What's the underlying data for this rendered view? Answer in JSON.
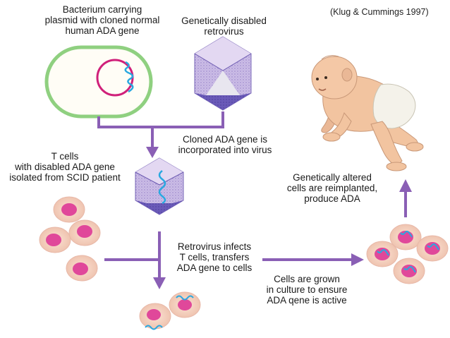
{
  "citation": "(Klug & Cummings 1997)",
  "labels": {
    "bacterium": [
      "Bacterium carrying",
      "plasmid with cloned normal",
      "human ADA gene"
    ],
    "retrovirus": [
      "Genetically disabled",
      "retrovirus"
    ],
    "cloned_gene": [
      "Cloned ADA gene is",
      "incorporated into virus"
    ],
    "t_cells": [
      "T cells",
      "with disabled ADA gene",
      "isolated from SCID patient"
    ],
    "reimplanted": [
      "Genetically altered",
      "cells are reimplanted,",
      "produce ADA"
    ],
    "infects": [
      "Retrovirus infects",
      "T cells, transfers",
      "ADA gene to cells"
    ],
    "grown": [
      "Cells are grown",
      "in culture to ensure",
      "ADA qene is active"
    ]
  },
  "colors": {
    "arrow": "#8a5fb5",
    "bacterium_border": "#8fd080",
    "plasmid": "#d0207a",
    "gene": "#2aa8e0",
    "virus_light": "#d4c6ea",
    "virus_mid": "#a38ed0",
    "virus_dark": "#5548a8",
    "cell_outer": "#f6d2c2",
    "cell_nucleus": "#e0489a",
    "skin": "#f2c4a0",
    "diaper": "#f4f2ea"
  }
}
